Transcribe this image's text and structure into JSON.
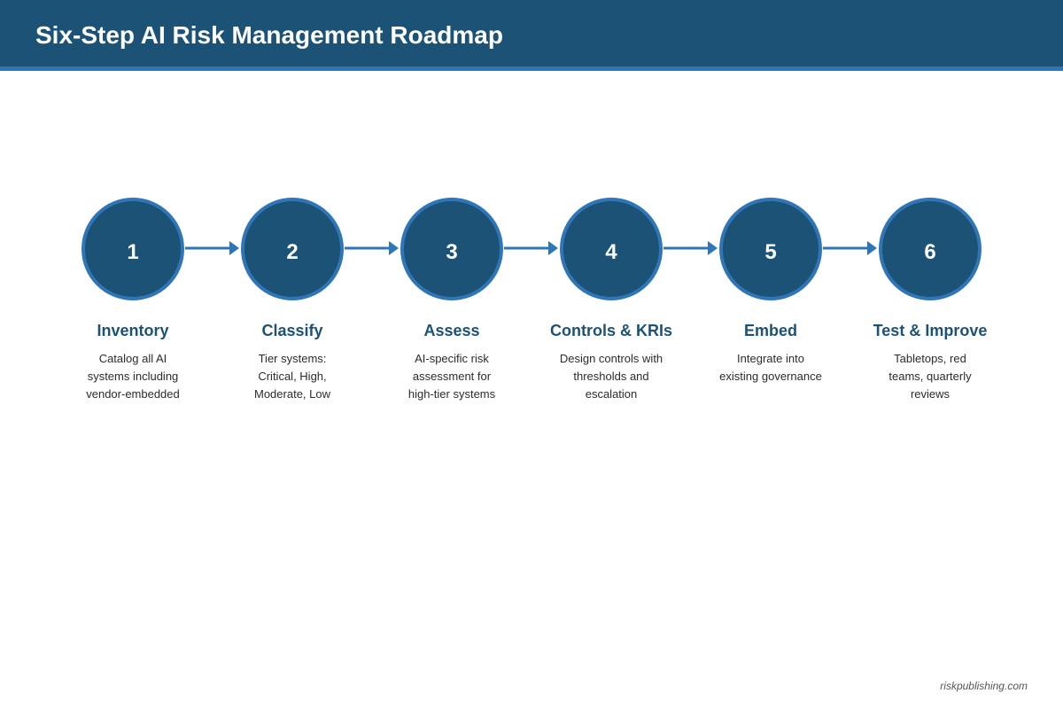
{
  "header": {
    "title": "Six-Step AI Risk Management Roadmap"
  },
  "steps": [
    {
      "number": "1",
      "title": "Inventory",
      "description": "Catalog all AI systems including vendor-embedded"
    },
    {
      "number": "2",
      "title": "Classify",
      "description": "Tier systems: Critical, High, Moderate, Low"
    },
    {
      "number": "3",
      "title": "Assess",
      "description": "AI-specific risk assessment for high-tier systems"
    },
    {
      "number": "4",
      "title": "Controls & KRIs",
      "description": "Design controls with thresholds and escalation"
    },
    {
      "number": "5",
      "title": "Embed",
      "description": "Integrate into existing governance"
    },
    {
      "number": "6",
      "title": "Test & Improve",
      "description": "Tabletops, red teams, quarterly reviews"
    }
  ],
  "footer": {
    "source": "riskpublishing.com"
  },
  "colors": {
    "primary": "#1b5276",
    "accent": "#2f76b8",
    "text": "#2b2b2b"
  }
}
